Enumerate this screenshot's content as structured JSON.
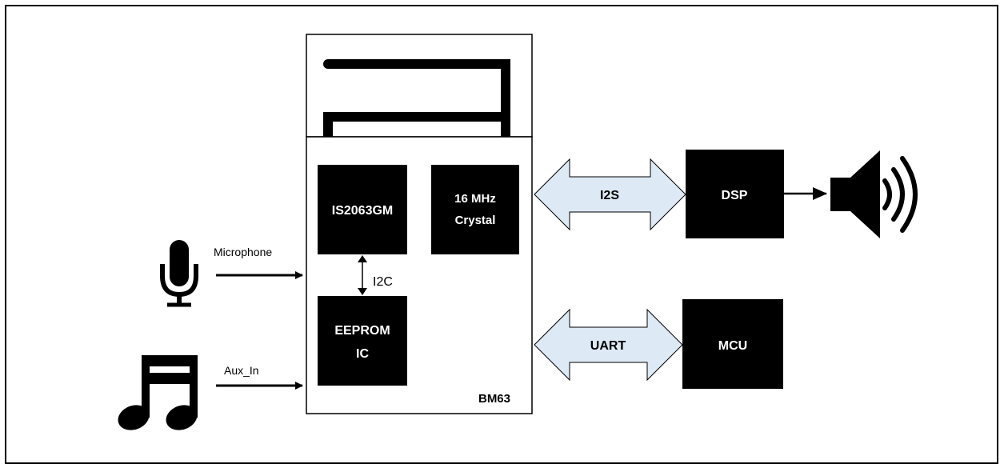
{
  "module": {
    "name": "BM63"
  },
  "blocks": {
    "soc": {
      "line1": "IS2063GM"
    },
    "crystal": {
      "line1": "16 MHz",
      "line2": "Crystal"
    },
    "eeprom": {
      "line1": "EEPROM",
      "line2": "IC"
    },
    "dsp": {
      "line1": "DSP"
    },
    "mcu": {
      "line1": "MCU"
    }
  },
  "links": {
    "i2c": "I2C",
    "i2s": "I2S",
    "uart": "UART",
    "microphone": "Microphone",
    "aux_in": "Aux_In"
  },
  "icons": {
    "antenna": "antenna-icon",
    "microphone": "microphone-icon",
    "music": "music-note-icon",
    "speaker": "speaker-icon"
  },
  "colors": {
    "block_fill": "#000000",
    "block_text": "#ffffff",
    "bus_arrow_fill": "#dde9f5",
    "line": "#000000"
  }
}
